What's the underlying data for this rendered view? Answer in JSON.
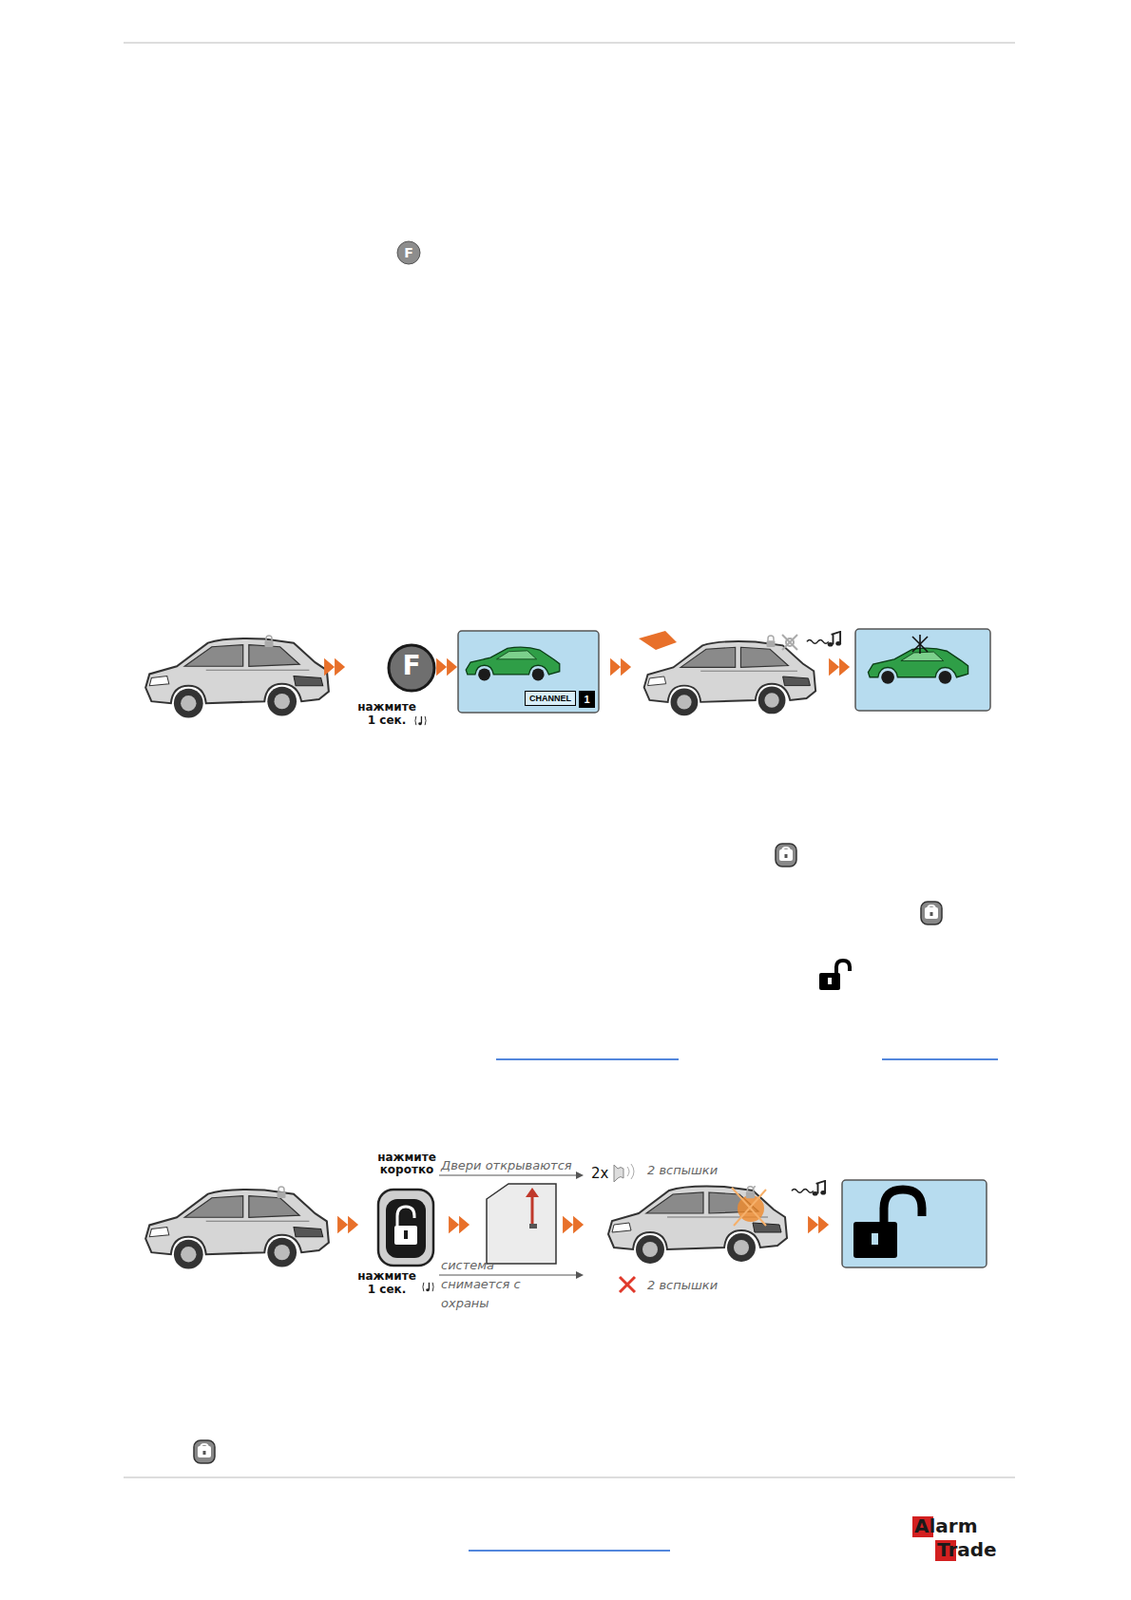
{
  "diagram": {
    "nodes": [
      {
        "text": [
          "CHANNEL"
        ]
      },
      {
        "text": [
          "1"
        ]
      }
    ],
    "labels": [
      "F",
      "F",
      "нажмите 1 сек.",
      "нажмите коротко",
      "Двери открываются",
      "2x",
      "2 вспышки",
      "нажмите 1 сек.",
      "система снимается с охраны",
      "2 вспышки",
      "Alarm",
      "Trade"
    ]
  }
}
